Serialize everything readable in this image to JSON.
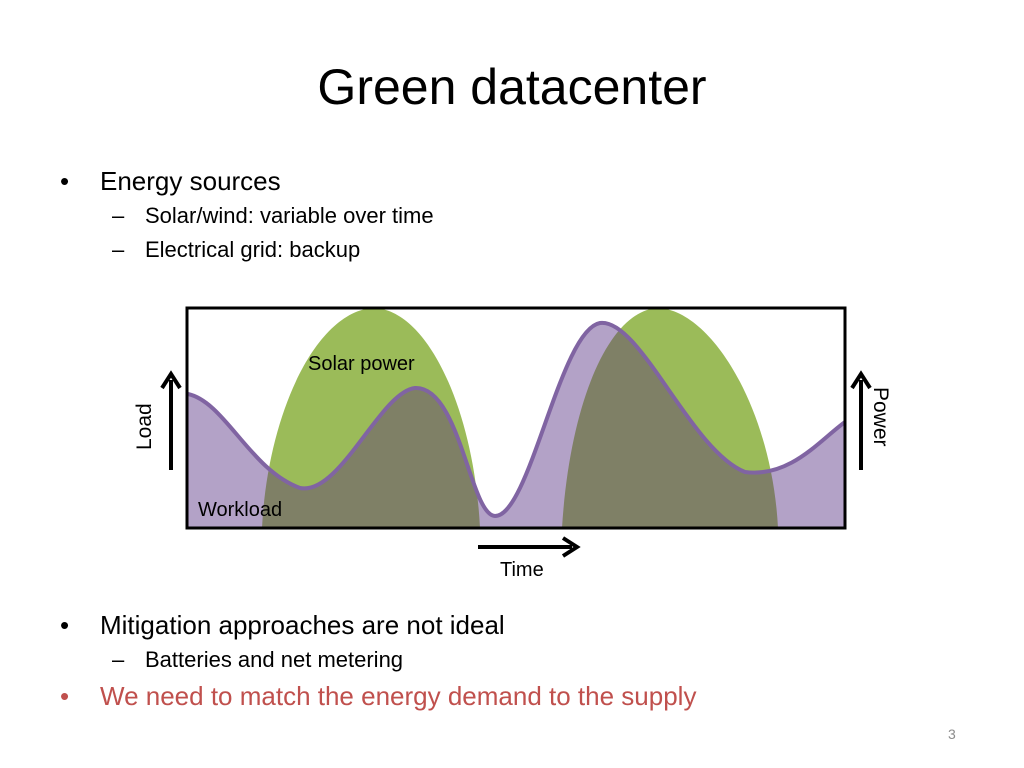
{
  "slide": {
    "title": "Green datacenter",
    "number": "3"
  },
  "bullets": [
    {
      "text": "Energy sources",
      "subs": [
        "Solar/wind: variable over time",
        "Electrical grid: backup"
      ]
    },
    {
      "text": "Mitigation approaches are not ideal",
      "subs": [
        "Batteries and net metering"
      ]
    },
    {
      "text": "We need to match the energy demand to the supply",
      "subs": []
    }
  ],
  "bullet_symbol": "•",
  "sub_symbol": "–",
  "diagram": {
    "solar_label": "Solar power",
    "workload_label": "Workload",
    "load_axis_label": "Load",
    "power_axis_label": "Power",
    "time_axis_label": "Time",
    "colors": {
      "solar": "#9bbb59",
      "workload_fill": "#b3a2c7",
      "workload_line": "#8064a2",
      "overlap": "#7f8066",
      "accent_text": "#c0504d"
    }
  }
}
